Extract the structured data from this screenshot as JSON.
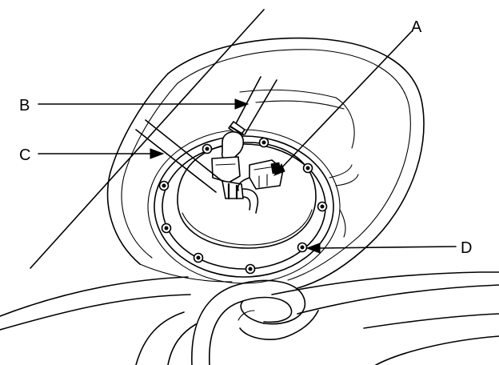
{
  "callouts": {
    "a": {
      "label": "A"
    },
    "b": {
      "label": "B"
    },
    "c": {
      "label": "C"
    },
    "d": {
      "label": "D"
    }
  },
  "colors": {
    "ink": "#000000",
    "paper": "#ffffff"
  }
}
